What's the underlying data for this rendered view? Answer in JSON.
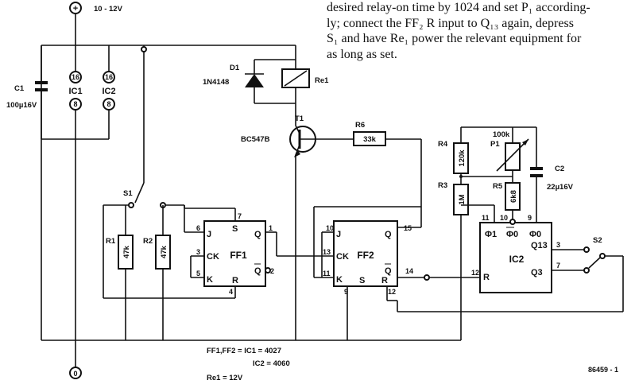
{
  "text_block": {
    "line1": "desired relay-on time by 1024 and set P₁ according-",
    "line2": "ly; connect the FF₂ R input to Q₁₃ again, depress",
    "line3": "S₁ and have Re₁ power the relevant equipment for",
    "line4": "as long as set."
  },
  "power": {
    "supply_label": "10 - 12V",
    "plus_symbol": "+",
    "ground_symbol": "0"
  },
  "components": {
    "c1": {
      "ref": "C1",
      "value": "100µ16V"
    },
    "c2": {
      "ref": "C2",
      "value": "22µ16V"
    },
    "d1": {
      "ref": "D1",
      "value": "1N4148"
    },
    "re1": {
      "ref": "Re1"
    },
    "t1": {
      "ref": "T1",
      "value": "BC547B"
    },
    "r1": {
      "ref": "R1",
      "value": "47k"
    },
    "r2": {
      "ref": "R2",
      "value": "47k"
    },
    "r3": {
      "ref": "R3",
      "value": "1M"
    },
    "r4": {
      "ref": "R4",
      "value": "120k"
    },
    "r5": {
      "ref": "R5",
      "value": "6k8"
    },
    "r6": {
      "ref": "R6",
      "value": "33k"
    },
    "p1": {
      "ref": "P1",
      "value": "100k"
    },
    "s1": {
      "ref": "S1"
    },
    "s2": {
      "ref": "S2"
    }
  },
  "ic_supply": {
    "ic1": {
      "ref": "IC1",
      "vdd_pin": "16",
      "vss_pin": "8"
    },
    "ic2": {
      "ref": "IC2",
      "vdd_pin": "16",
      "vss_pin": "8"
    }
  },
  "ff1": {
    "name": "FF1",
    "in_j": "J",
    "in_ck": "CK",
    "in_k": "K",
    "in_s": "S",
    "in_r": "R",
    "out_q": "Q",
    "out_qbar": "Q",
    "pin_j": "6",
    "pin_ck": "3",
    "pin_k": "5",
    "pin_s": "7",
    "pin_r": "4",
    "pin_q": "1",
    "pin_qbar": "2"
  },
  "ff2": {
    "name": "FF2",
    "in_j": "J",
    "in_ck": "CK",
    "in_k": "K",
    "in_s": "S",
    "in_r": "R",
    "out_q": "Q",
    "out_qbar": "Q",
    "pin_j": "10",
    "pin_ck": "13",
    "pin_k": "11",
    "pin_s": "9",
    "pin_r": "12",
    "pin_q": "15",
    "pin_qbar": "14"
  },
  "ic2_block": {
    "name": "IC2",
    "phi1": "Φ1",
    "phi0bar": "Φ0",
    "phi0": "Φ0",
    "q13": "Q13",
    "q3": "Q3",
    "r": "R",
    "pin_phi1": "11",
    "pin_phi0bar": "10",
    "pin_phi0": "9",
    "pin_q13": "3",
    "pin_q3": "7",
    "pin_r": "12"
  },
  "notes": {
    "line1": "FF1,FF2 = IC1 = 4027",
    "line2": "IC2 = 4060",
    "line3": "Re1 = 12V",
    "figure_id": "86459 - 1"
  }
}
